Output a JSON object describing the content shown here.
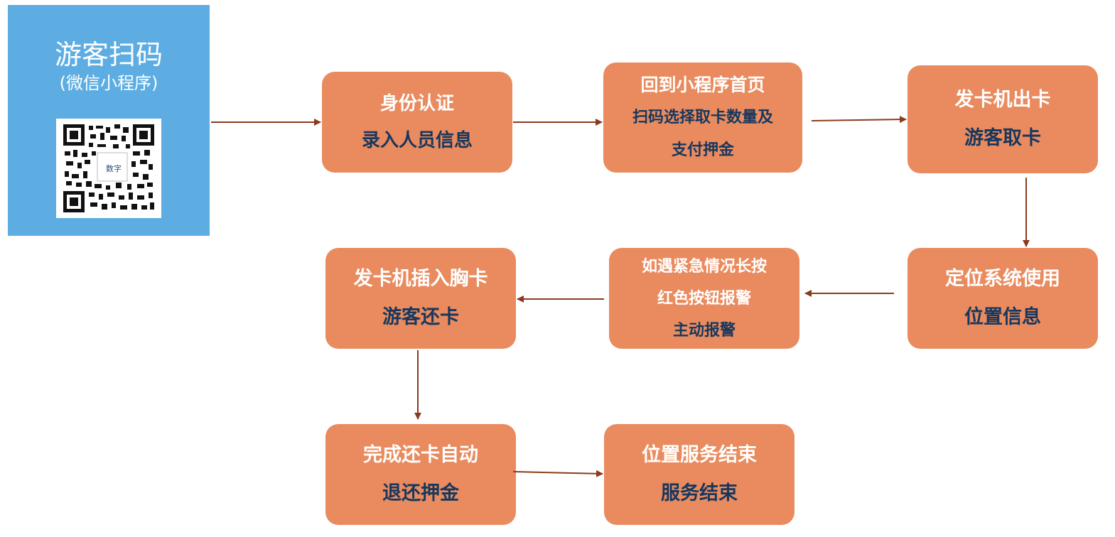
{
  "start": {
    "title": "游客扫码",
    "subtitle": "(微信小程序)",
    "qr_center_text": "数字"
  },
  "steps": [
    {
      "id": "identity",
      "line1": "身份认证",
      "line2": "录入人员信息"
    },
    {
      "id": "home",
      "line1": "回到小程序首页",
      "line2": "扫码选择取卡数量及",
      "line3": "支付押金"
    },
    {
      "id": "issue",
      "line1": "发卡机出卡",
      "line2": "游客取卡"
    },
    {
      "id": "location",
      "line1": "定位系统使用",
      "line2": "位置信息"
    },
    {
      "id": "alarm",
      "line1": "如遇紧急情况长按",
      "line2": "红色按钮报警",
      "line3": "主动报警"
    },
    {
      "id": "return",
      "line1": "发卡机插入胸卡",
      "line2": "游客还卡"
    },
    {
      "id": "refund",
      "line1": "完成还卡自动",
      "line2": "退还押金"
    },
    {
      "id": "end",
      "line1": "位置服务结束",
      "line2": "服务结束"
    }
  ],
  "colors": {
    "start_fill": "#5dade2",
    "step_fill": "#e98b5e",
    "step_title_text": "#ffffff",
    "step_body_text": "#17375e",
    "arrow": "#8b3a1e"
  }
}
